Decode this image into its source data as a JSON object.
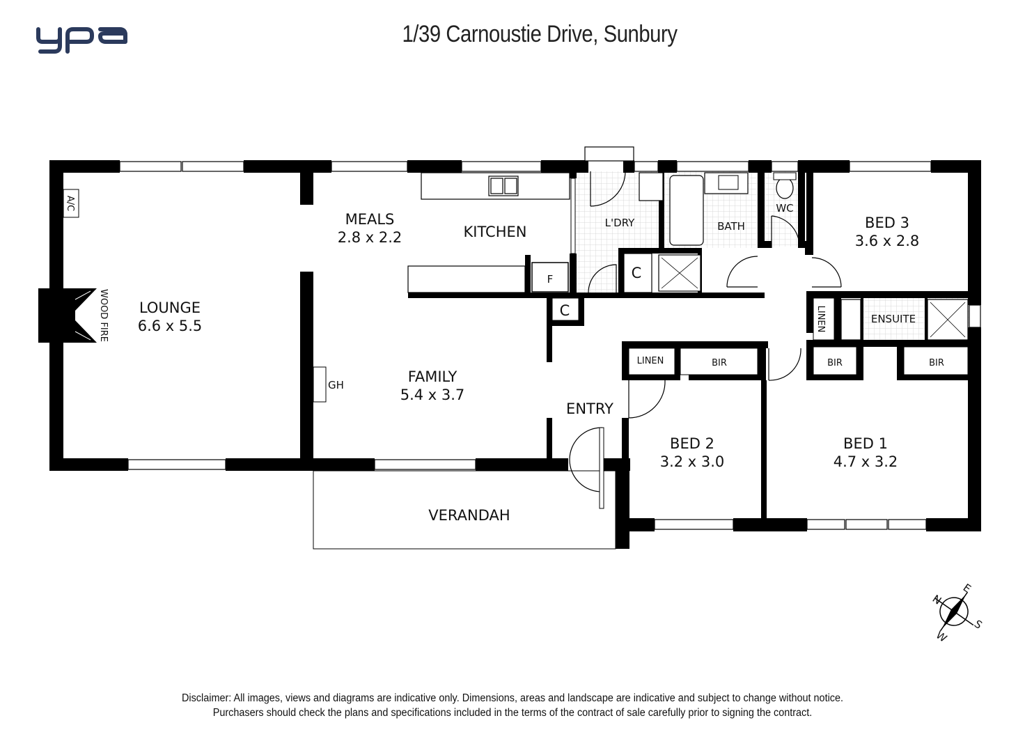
{
  "brand": {
    "logo_text": "ypa",
    "color": "#2b3a5c"
  },
  "title": "1/39 Carnoustie Drive, Sunbury",
  "rooms": {
    "lounge": {
      "name": "LOUNGE",
      "dims": "6.6 x 5.5"
    },
    "meals": {
      "name": "MEALS",
      "dims": "2.8 x 2.2"
    },
    "kitchen": {
      "name": "KITCHEN"
    },
    "family": {
      "name": "FAMILY",
      "dims": "5.4 x 3.7"
    },
    "entry": {
      "name": "ENTRY"
    },
    "verandah": {
      "name": "VERANDAH"
    },
    "laundry": {
      "name": "L'DRY"
    },
    "bath": {
      "name": "BATH"
    },
    "wc": {
      "name": "WC"
    },
    "bed3": {
      "name": "BED 3",
      "dims": "3.6 x 2.8"
    },
    "bed2": {
      "name": "BED 2",
      "dims": "3.2 x 3.0"
    },
    "bed1": {
      "name": "BED 1",
      "dims": "4.7 x 3.2"
    },
    "ensuite": {
      "name": "ENSUITE"
    }
  },
  "fixtures": {
    "ac": "A/C",
    "wood_fire": "WOOD FIRE",
    "gh": "GH",
    "fridge": "F",
    "cupboard_kitchen": "C",
    "cupboard_laundry": "C",
    "linen_hall": "LINEN",
    "linen_ensuite": "LINEN",
    "bir_bed2": "BIR",
    "bir_bed1_left": "BIR",
    "bir_bed1_right": "BIR"
  },
  "compass": {
    "n": "N",
    "e": "E",
    "s": "S",
    "w": "W"
  },
  "disclaimer": {
    "line1": "Disclaimer: All images, views and diagrams are indicative only. Dimensions, areas and landscape are indicative and subject to change without notice.",
    "line2": "Purchasers should check the plans and specifications included in the terms of the contract of sale carefully prior to signing the contract."
  }
}
